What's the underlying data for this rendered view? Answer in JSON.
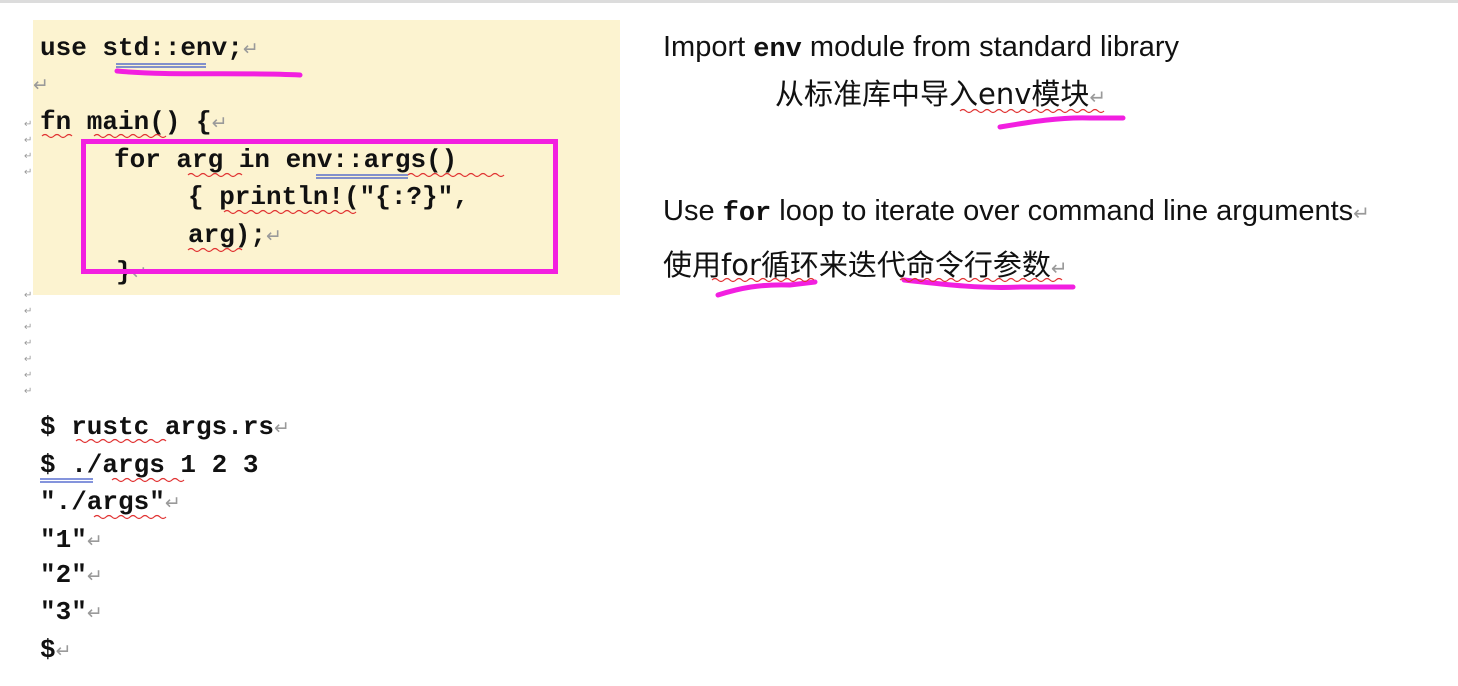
{
  "code": {
    "line1": "use std::env;",
    "line3": "fn main() {",
    "line4": "for arg in env::args()",
    "line5": "{ println!(\"{:?}\",",
    "line6": "arg);",
    "line7": "}"
  },
  "terminal": {
    "lines": [
      "$ rustc args.rs",
      "$ ./args 1 2 3",
      "\"./args\"",
      "\"1\"",
      "\"2\"",
      "\"3\"",
      "$"
    ]
  },
  "notes": {
    "import_prefix": "Import ",
    "import_keyword": "env",
    "import_suffix": " module from standard library",
    "import_cn": "从标准库中导入env模块",
    "for_prefix": "Use ",
    "for_keyword": "for",
    "for_suffix": " loop to iterate over command line arguments",
    "for_cn": "使用for循环来迭代命令行参数"
  },
  "paragraph_mark": "↵",
  "colors": {
    "highlight": "#f21fe0",
    "code_background": "#fcf3d0",
    "spell_underline": "#e03030",
    "grammar_underline": "#3a55c8"
  }
}
